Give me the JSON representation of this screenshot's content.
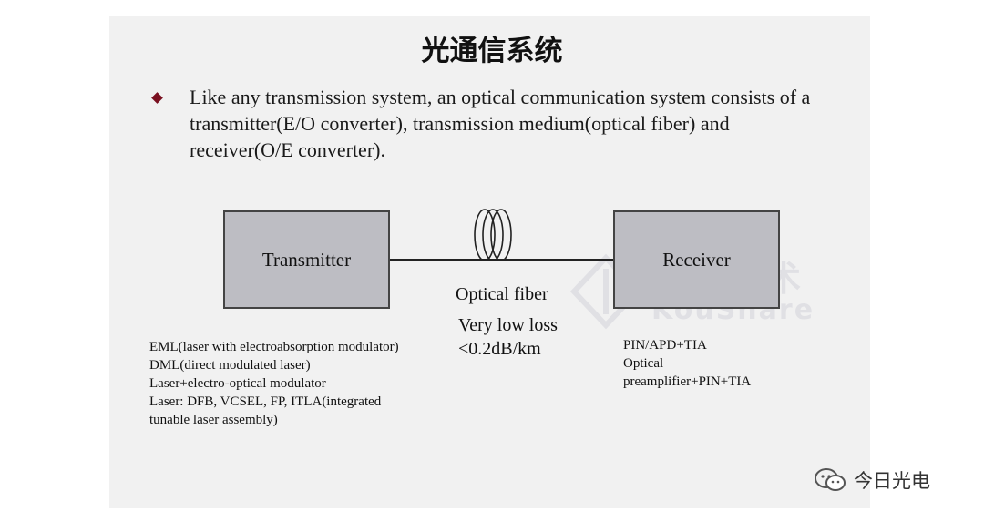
{
  "slide": {
    "title": "光通信系统",
    "bullet": "Like any transmission system, an optical communication system consists of a transmitter(E/O converter), transmission medium(optical fiber) and receiver(O/E converter)."
  },
  "diagram": {
    "transmitter_label": "Transmitter",
    "receiver_label": "Receiver",
    "fiber_label": "Optical fiber",
    "loss_line1": "Very low loss",
    "loss_line2": "<0.2dB/km",
    "transmitter_notes": [
      "EML(laser with electroabsorption modulator)",
      "DML(direct modulated laser)",
      "Laser+electro-optical modulator",
      "Laser: DFB, VCSEL, FP, ITLA(integrated",
      "tunable laser assembly)"
    ],
    "receiver_notes": [
      "PIN/APD+TIA",
      "Optical",
      "preamplifier+PIN+TIA"
    ]
  },
  "watermark": {
    "cn": "蔻享学术",
    "en": "KouShare"
  },
  "footer": {
    "account_name": "今日光电",
    "icon": "wechat-icon"
  }
}
